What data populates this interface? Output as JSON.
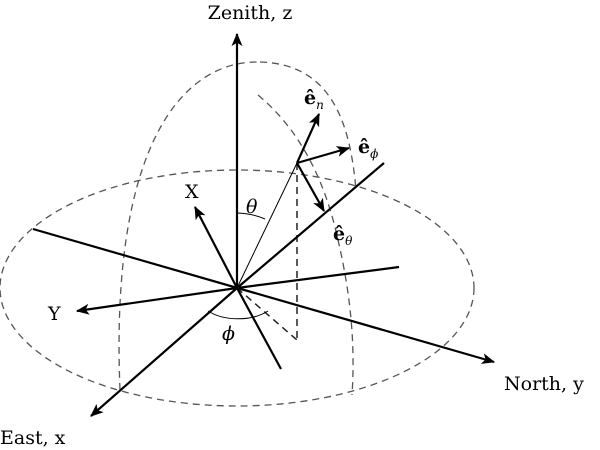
{
  "labels": {
    "zenith": "Zenith, z",
    "north": "North, y",
    "east": "East, x",
    "x_axis": "X",
    "y_axis": "Y",
    "theta": "θ",
    "phi": "ϕ",
    "e_n_main": "ê",
    "e_n_sub": "n",
    "e_phi_main": "ê",
    "e_phi_sub": "ϕ",
    "e_theta_main": "ê",
    "e_theta_sub": "θ"
  }
}
